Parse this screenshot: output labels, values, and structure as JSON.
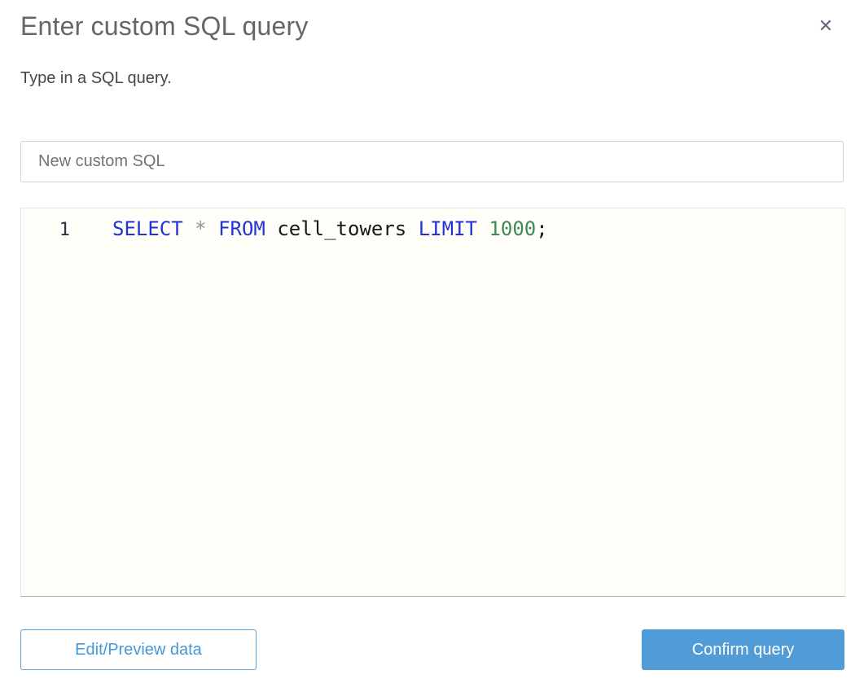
{
  "dialog": {
    "title": "Enter custom SQL query",
    "subtitle": "Type in a SQL query.",
    "close_glyph": "✕"
  },
  "query_name_input": {
    "value": "New custom SQL"
  },
  "sql_editor": {
    "line_number": "1",
    "code_text": "SELECT * FROM cell_towers LIMIT 1000;",
    "tokens": [
      {
        "text": "SELECT",
        "type": "keyword"
      },
      {
        "text": " ",
        "type": "plain"
      },
      {
        "text": "*",
        "type": "operator"
      },
      {
        "text": " ",
        "type": "plain"
      },
      {
        "text": "FROM",
        "type": "keyword"
      },
      {
        "text": " ",
        "type": "plain"
      },
      {
        "text": "cell_towers",
        "type": "identifier"
      },
      {
        "text": " ",
        "type": "plain"
      },
      {
        "text": "LIMIT",
        "type": "keyword"
      },
      {
        "text": " ",
        "type": "plain"
      },
      {
        "text": "1000",
        "type": "number"
      },
      {
        "text": ";",
        "type": "punctuation"
      }
    ]
  },
  "footer": {
    "edit_preview_label": "Edit/Preview data",
    "confirm_label": "Confirm query"
  },
  "colors": {
    "accent_blue": "#519cd6",
    "outline_button_blue": "#4597d6",
    "keyword_blue": "#2433d0",
    "number_green": "#3f8953",
    "operator_gray": "#8e939b",
    "identifier_black": "#17191d",
    "editor_background": "#fffef8",
    "title_gray": "#666666"
  }
}
